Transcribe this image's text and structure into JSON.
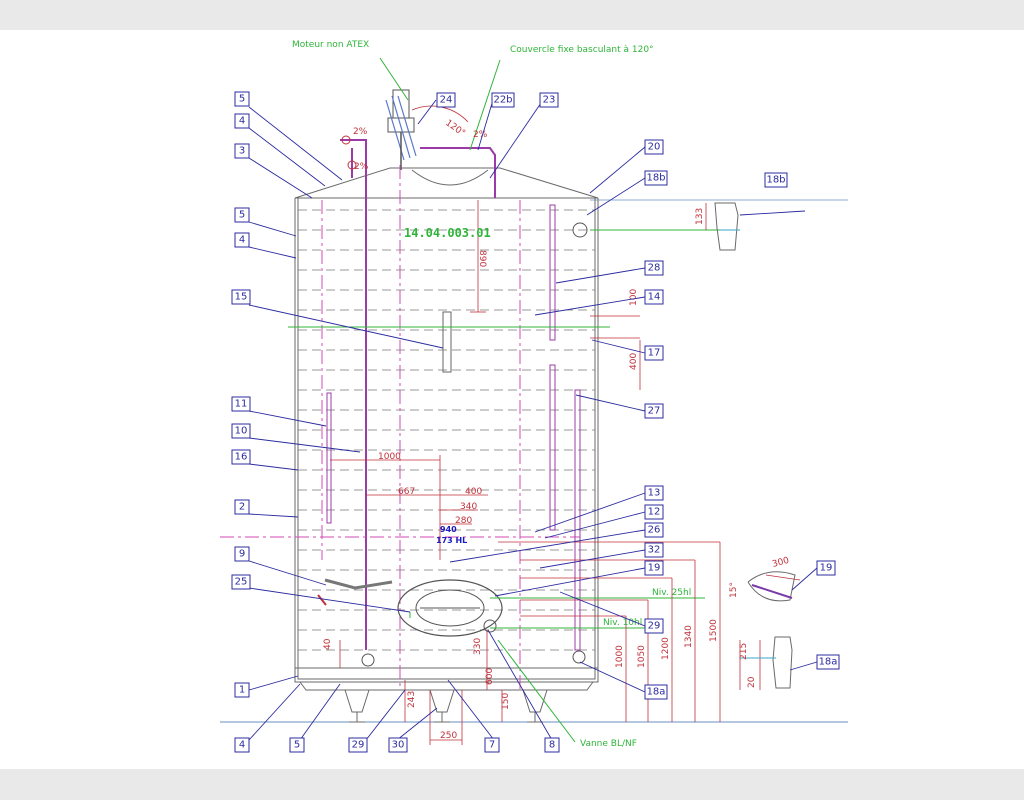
{
  "drawing_code": "14.04.003.01",
  "annotations": {
    "motor": "Moteur non ATEX",
    "cover": "Couvercle fixe basculant à 120°",
    "level_25": "Niv. 25hl",
    "level_10": "Niv. 10hl",
    "valve": "Vanne BL/NF"
  },
  "capacity": {
    "dia": "940",
    "volume": "173 HL"
  },
  "dimensions": {
    "d890": "890",
    "d100": "100",
    "d400": "400",
    "d1000": "1000",
    "d667": "667",
    "d400b": "400",
    "d340": "340",
    "d280": "280",
    "d40": "40",
    "d330": "330",
    "d600": "600",
    "d243": "243",
    "d250": "250",
    "d150": "150",
    "h1000": "1000",
    "h1050": "1050",
    "h1200": "1200",
    "h1340": "1340",
    "h1500": "1500",
    "d215": "215",
    "d20": "20",
    "d133": "133",
    "d300": "300",
    "d15": "15°",
    "slope1": "2%",
    "slope2": "2%",
    "slope3": "2%",
    "angle": "120°"
  },
  "references": {
    "r5a": "5",
    "r4a": "4",
    "r3": "3",
    "r5b": "5",
    "r4b": "4",
    "r15": "15",
    "r11": "11",
    "r10": "10",
    "r16": "16",
    "r2": "2",
    "r9": "9",
    "r25": "25",
    "r1": "1",
    "r4c": "4",
    "r5c": "5",
    "r29a": "29",
    "r30": "30",
    "r7": "7",
    "r8": "8",
    "r24": "24",
    "r22b": "22b",
    "r23": "23",
    "r20": "20",
    "r18b": "18b",
    "r18b2": "18b",
    "r28": "28",
    "r14": "14",
    "r17": "17",
    "r27": "27",
    "r13": "13",
    "r12": "12",
    "r26": "26",
    "r32": "32",
    "r19": "19",
    "r29b": "29",
    "r18a": "18a",
    "r19b": "19",
    "r18a2": "18a"
  },
  "colors": {
    "ref": "#2b2ba0",
    "dimension": "#c0303a",
    "annotation": "#2fb53a",
    "pipe": "#9b3ba8"
  }
}
